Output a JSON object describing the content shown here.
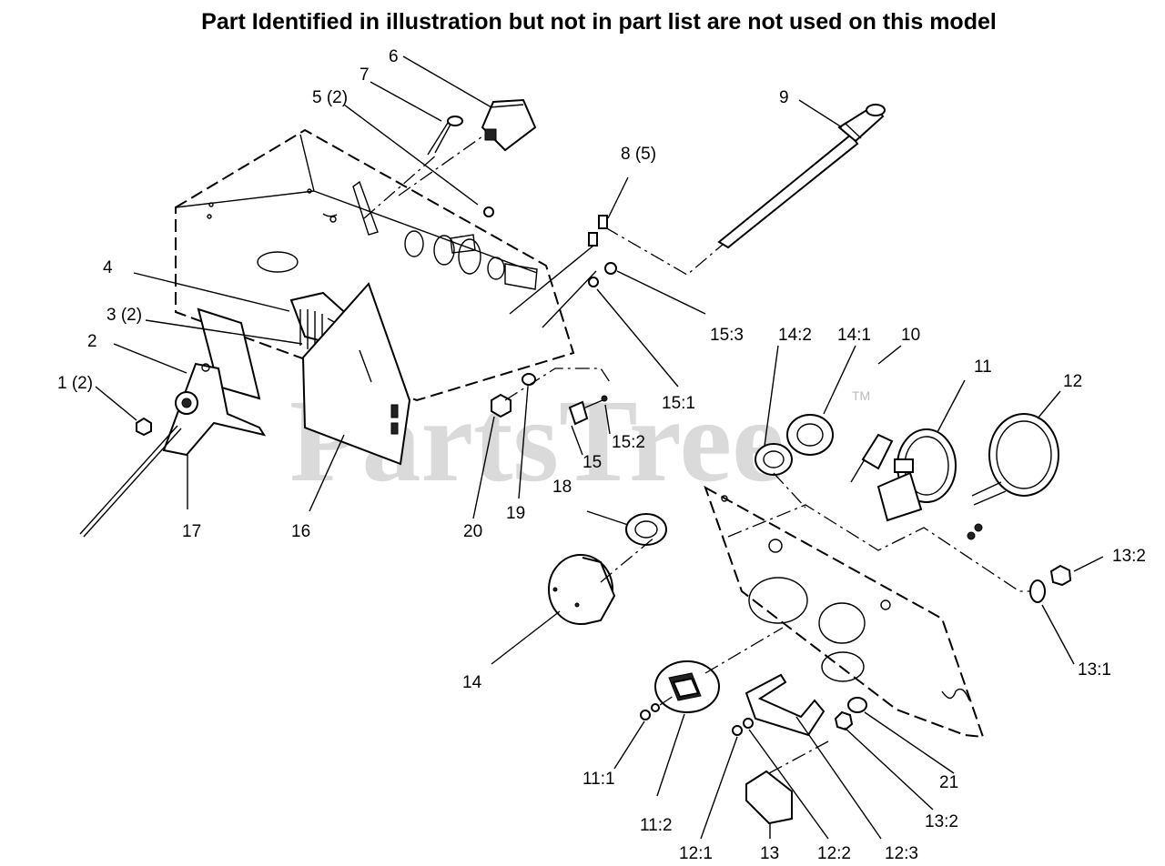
{
  "title": "Part Identified in illustration but not in part list are not used on this model",
  "watermark": {
    "text": "PartsTree",
    "mark": "TM"
  },
  "callouts": {
    "c1": "1 (2)",
    "c2": "2",
    "c3": "3 (2)",
    "c4": "4",
    "c5": "5 (2)",
    "c6": "6",
    "c7": "7",
    "c8": "8 (5)",
    "c9": "9",
    "c10": "10",
    "c11": "11",
    "c11_1": "11:1",
    "c11_2": "11:2",
    "c12": "12",
    "c12_1": "12:1",
    "c12_2": "12:2",
    "c12_3": "12:3",
    "c13": "13",
    "c13_1": "13:1",
    "c13_2a": "13:2",
    "c13_2b": "13:2",
    "c14": "14",
    "c14_1": "14:1",
    "c14_2": "14:2",
    "c15": "15",
    "c15_1": "15:1",
    "c15_2": "15:2",
    "c15_3": "15:3",
    "c16": "16",
    "c17": "17",
    "c18": "18",
    "c19": "19",
    "c20": "20",
    "c21": "21"
  }
}
